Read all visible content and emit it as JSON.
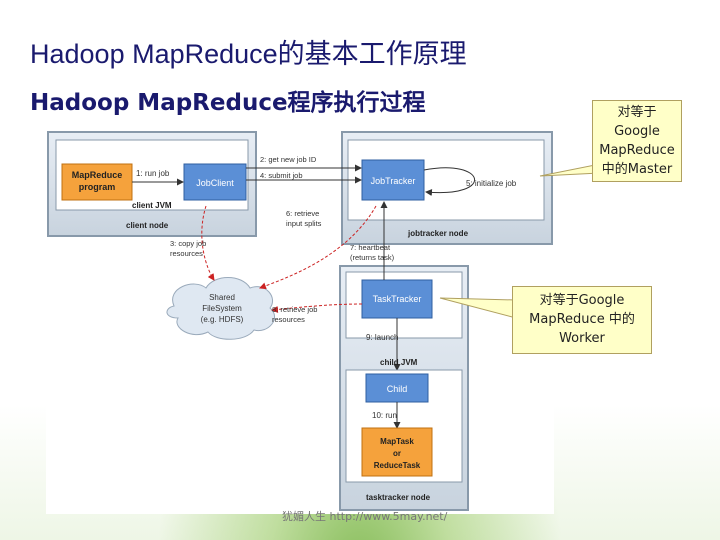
{
  "title": "Hadoop MapReduce的基本工作原理",
  "subtitle": "Hadoop MapReduce程序执行过程",
  "diagram": {
    "client_node": {
      "program_line1": "MapReduce",
      "program_line2": "program",
      "job_client": "JobClient",
      "jvm_label": "client JVM",
      "node_label": "client node",
      "step1": "1: run job"
    },
    "jobtracker_node": {
      "job_tracker": "JobTracker",
      "node_label": "jobtracker node",
      "step5": "5: initialize job"
    },
    "tasktracker_node": {
      "task_tracker": "TaskTracker",
      "child_jvm_label": "child JVM",
      "child": "Child",
      "task_line1": "MapTask",
      "task_line2": "or",
      "task_line3": "ReduceTask",
      "node_label": "tasktracker node",
      "step9": "9: launch",
      "step10": "10: run"
    },
    "shared_fs": {
      "line1": "Shared",
      "line2": "FileSystem",
      "line3": "(e.g. HDFS)"
    },
    "steps": {
      "step2": "2: get new job ID",
      "step4": "4: submit job",
      "step6a": "6: retrieve",
      "step6b": "input splits",
      "step3a": "3: copy job",
      "step3b": "resources",
      "step7a": "7: heartbeat",
      "step7b": "(returns task)",
      "step8a": "8: retrieve job",
      "step8b": "resources"
    }
  },
  "callouts": {
    "master": [
      "对等于",
      "Google",
      "MapReduce",
      "中的Master"
    ],
    "worker": [
      "对等于Google",
      "MapReduce 中的",
      "Worker"
    ]
  },
  "watermark": "犹媚人生 http://www.5may.net/",
  "colors": {
    "title": "#1a1a6e",
    "box_blue": "#5b8fd6",
    "box_orange": "#f5a23c",
    "callout_bg": "#ffffc8",
    "arrow_red": "#cc2222"
  }
}
